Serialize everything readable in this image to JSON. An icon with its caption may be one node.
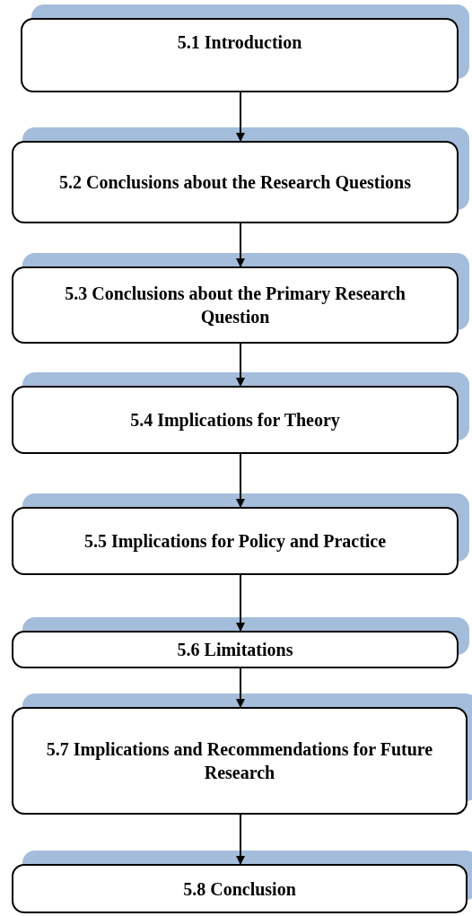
{
  "diagram": {
    "nodes": [
      {
        "text": [
          "5.1 Introduction"
        ]
      },
      {
        "text": [
          "5.2 Conclusions about the Research Questions"
        ]
      },
      {
        "text": [
          "5.3 Conclusions about the Primary Research Question"
        ]
      },
      {
        "text": [
          "5.4 Implications for Theory"
        ]
      },
      {
        "text": [
          "5.5 Implications for Policy and Practice"
        ]
      },
      {
        "text": [
          "5.6 Limitations"
        ]
      },
      {
        "text": [
          "5.7 Implications and Recommendations for Future Research"
        ]
      },
      {
        "text": [
          "5.8 Conclusion"
        ]
      }
    ],
    "edges": [
      {
        "from": 0,
        "to": 1,
        "arrow": "to"
      },
      {
        "from": 1,
        "to": 2,
        "arrow": "to"
      },
      {
        "from": 2,
        "to": 3,
        "arrow": "to"
      },
      {
        "from": 3,
        "to": 4,
        "arrow": "to"
      },
      {
        "from": 4,
        "to": 5,
        "arrow": "to"
      },
      {
        "from": 5,
        "to": 6,
        "arrow": "to"
      },
      {
        "from": 6,
        "to": 7,
        "arrow": "to"
      }
    ]
  }
}
